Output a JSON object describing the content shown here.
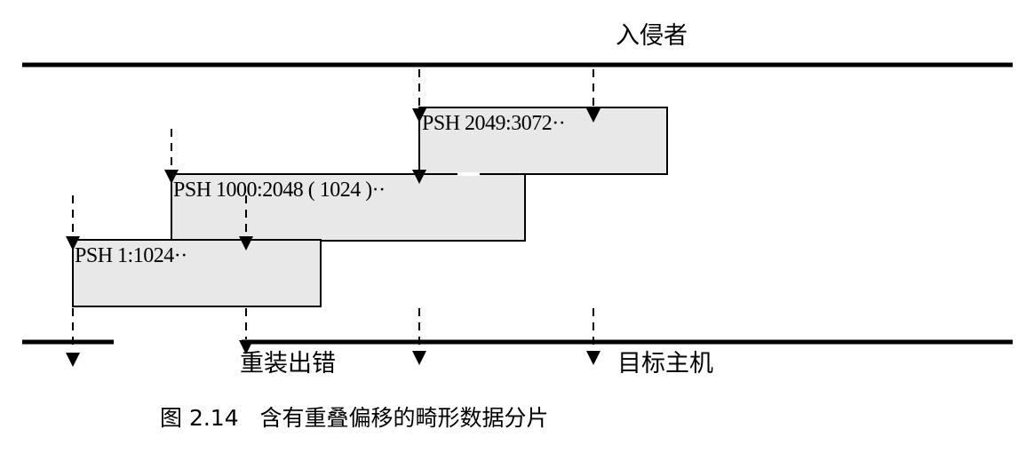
{
  "top_label": "入侵者",
  "segments": [
    {
      "text": "PSH 2049:3072··"
    },
    {
      "text": "PSH 1000:2048 ( 1024 )··"
    },
    {
      "text": "PSH 1:1024··"
    }
  ],
  "bottom_labels": {
    "reassembly_error": "重装出错",
    "target_host": "目标主机"
  },
  "caption": "图 2.14   含有重叠偏移的畸形数据分片"
}
